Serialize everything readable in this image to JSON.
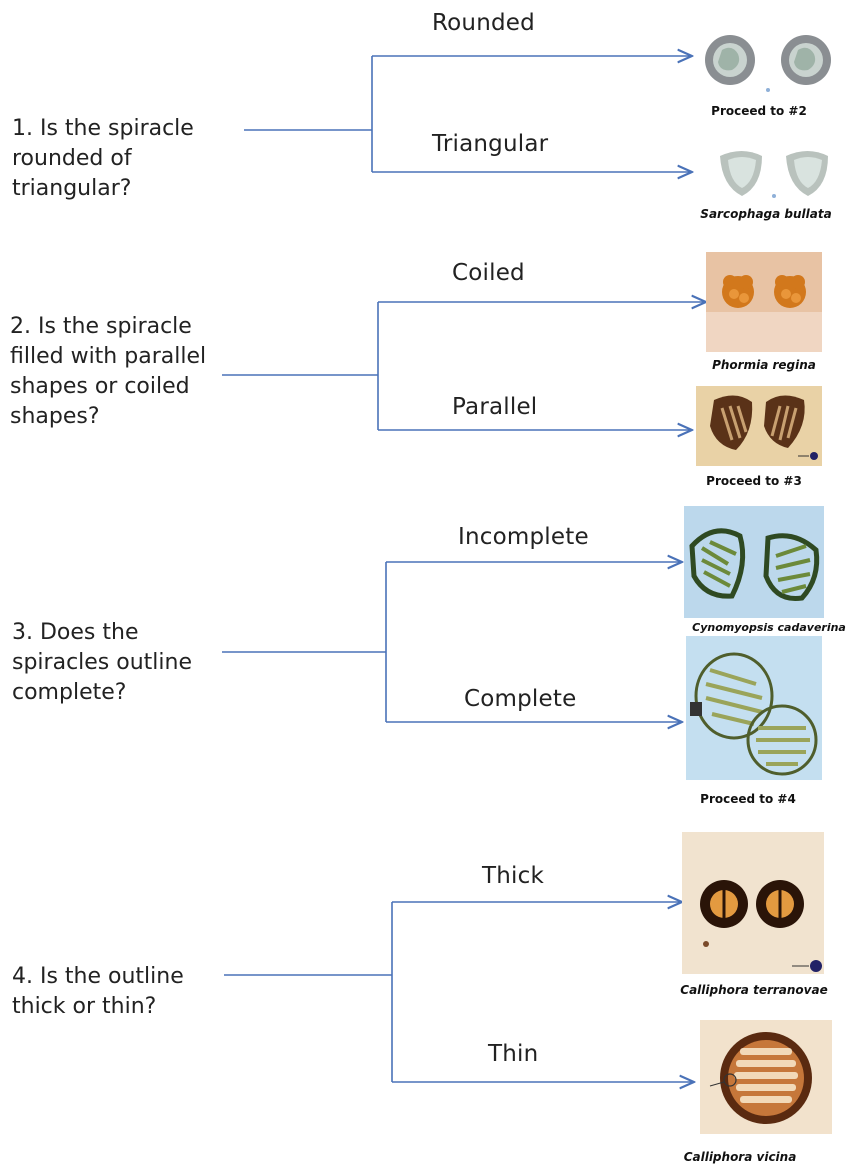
{
  "colors": {
    "line": "#4a72b8",
    "text": "#222222"
  },
  "steps": [
    {
      "question": "1. Is the spiracle\nrounded of\ntriangular?",
      "branches": [
        {
          "label": "Rounded",
          "caption": "Proceed to #2",
          "image": "rounded-spiracles-image"
        },
        {
          "label": "Triangular",
          "caption": "Sarcophaga bullata",
          "image": "triangular-spiracles-image"
        }
      ]
    },
    {
      "question": "2. Is the spiracle\nfilled with parallel\nshapes or coiled\nshapes?",
      "branches": [
        {
          "label": "Coiled",
          "caption": "Phormia regina",
          "image": "coiled-spiracles-image"
        },
        {
          "label": "Parallel",
          "caption": "Proceed to #3",
          "image": "parallel-spiracles-image"
        }
      ]
    },
    {
      "question": "3. Does the\nspiracles outline\ncomplete?",
      "branches": [
        {
          "label": "Incomplete",
          "caption": "Cynomyopsis cadaverina",
          "image": "incomplete-outline-image"
        },
        {
          "label": "Complete",
          "caption": "Proceed to #4",
          "image": "complete-outline-image"
        }
      ]
    },
    {
      "question": "4. Is the outline\nthick or thin?",
      "branches": [
        {
          "label": "Thick",
          "caption": "Calliphora terranovae",
          "image": "thick-outline-image"
        },
        {
          "label": "Thin",
          "caption": "Calliphora vicina",
          "image": "thin-outline-image"
        }
      ]
    }
  ]
}
